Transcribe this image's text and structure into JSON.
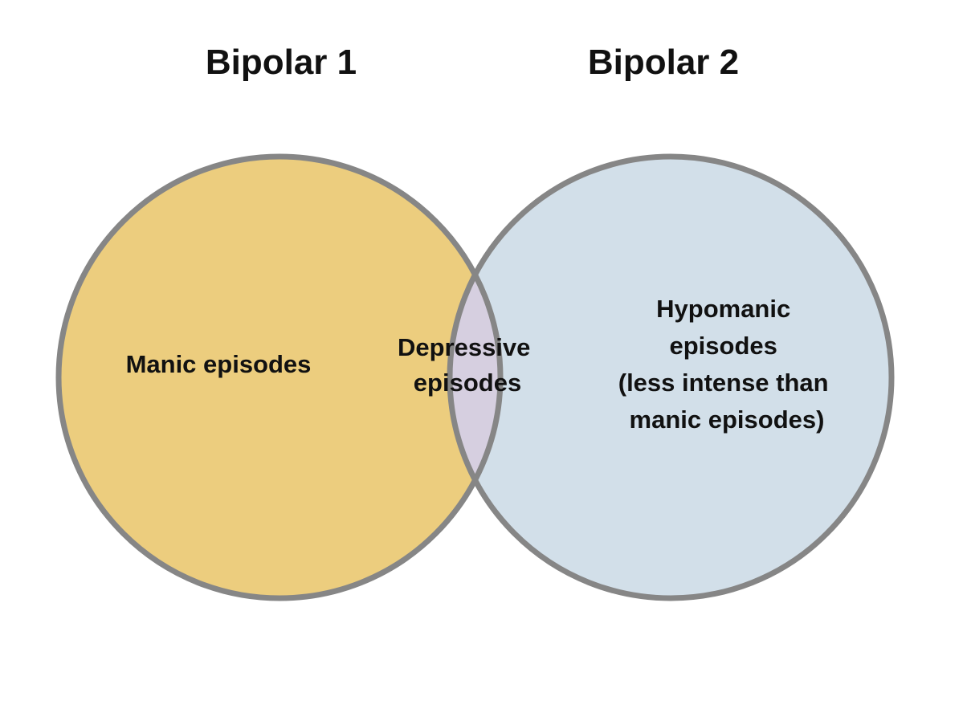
{
  "diagram": {
    "type": "venn",
    "colors": {
      "left_fill": "#ECCD7E",
      "right_fill": "#D2DFE9",
      "overlap_fill": "#D6CFE0",
      "outline": "#868686",
      "text": "#111111"
    },
    "sets": [
      {
        "name": "Bipolar 1",
        "label_lines": [
          "Manic episodes"
        ]
      },
      {
        "name": "Bipolar 2",
        "label_lines": [
          "Hypomanic",
          "episodes",
          "(less intense than",
          "manic episodes)"
        ]
      }
    ],
    "overlap": {
      "label_lines": [
        "Depressive",
        "episodes"
      ]
    }
  }
}
